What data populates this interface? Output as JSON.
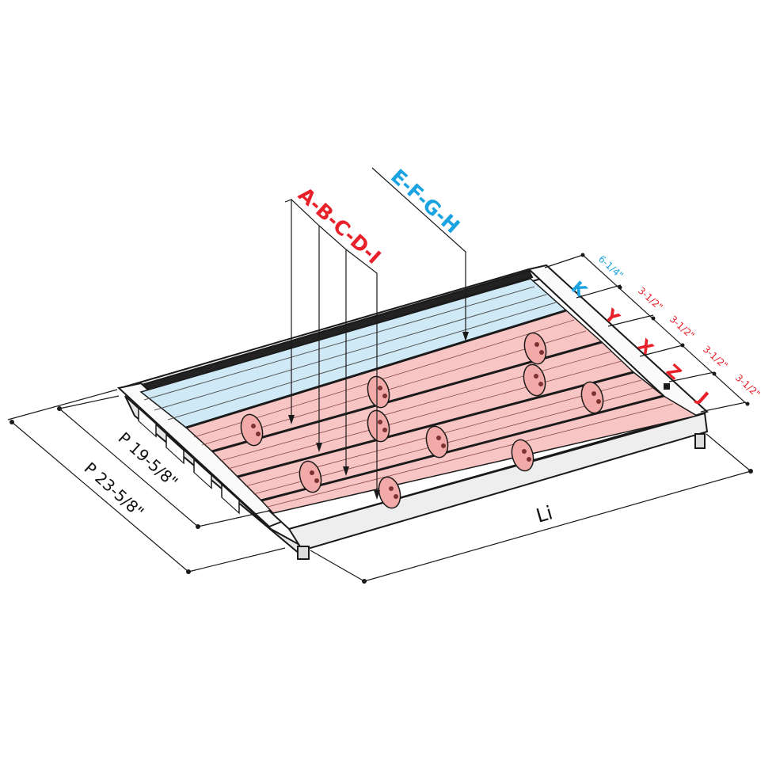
{
  "group_labels": {
    "red": "A-B-C-D-I",
    "blue": "E-F-G-H"
  },
  "row_labels": [
    {
      "text": "K",
      "color": "#1aa3e0"
    },
    {
      "text": "Y",
      "color": "#e8202a"
    },
    {
      "text": "X",
      "color": "#e8202a"
    },
    {
      "text": "Z",
      "color": "#e8202a"
    },
    {
      "text": "J",
      "color": "#e8202a"
    }
  ],
  "row_widths": [
    {
      "text": "6-1/4\"",
      "color": "#1aa3e0"
    },
    {
      "text": "3-1/2\"",
      "color": "#e8202a"
    },
    {
      "text": "3-1/2\"",
      "color": "#e8202a"
    },
    {
      "text": "3-1/2\"",
      "color": "#e8202a"
    },
    {
      "text": "3-1/2\"",
      "color": "#e8202a"
    }
  ],
  "depth_inner": "P 19-5/8\"",
  "depth_outer": "P 23-5/8\"",
  "length": "Li",
  "colors": {
    "red_fill": "#f7c5c3",
    "blue_fill": "#cfe9f6",
    "outline": "#1a1a1a"
  }
}
